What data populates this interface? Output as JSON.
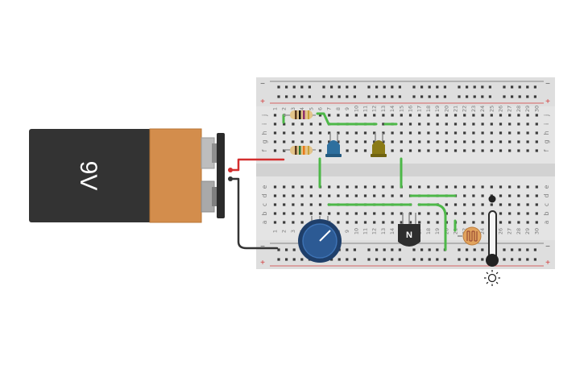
{
  "battery": {
    "label": "9V",
    "colors": {
      "body": "#333333",
      "cap": "#d38d4c",
      "terminal": "#bdbdbd",
      "clip": "#2b2b2b"
    }
  },
  "breadboard": {
    "rail_top_minus": "−",
    "rail_top_plus": "+",
    "rail_bottom_minus": "−",
    "rail_bottom_plus": "+",
    "column_numbers": [
      "1",
      "2",
      "3",
      "4",
      "5",
      "6",
      "7",
      "8",
      "9",
      "10",
      "11",
      "12",
      "13",
      "14",
      "15",
      "16",
      "17",
      "18",
      "19",
      "20",
      "21",
      "22",
      "23",
      "24",
      "25",
      "26",
      "27",
      "28",
      "29",
      "30"
    ],
    "row_letters_top": [
      "j",
      "i",
      "h",
      "g",
      "f"
    ],
    "row_letters_bottom": [
      "e",
      "d",
      "c",
      "b",
      "a"
    ],
    "colors": {
      "board": "#e4e4e4",
      "groove": "#d2d2d2",
      "hole": "#3a3a3a",
      "rail_red": "#d33a3a",
      "rail_dark": "#6a6a6a"
    }
  },
  "components": {
    "transistor_label": "N",
    "led_colors": [
      "#2e6f9e",
      "#8a7a15"
    ],
    "potentiometer_color": "#2c5a94",
    "photoresistor_color": "#e1a35d"
  },
  "wire_colors": {
    "green": "#4db848",
    "red": "#d32f2f",
    "black": "#333333"
  },
  "light_icon": "sun-icon"
}
